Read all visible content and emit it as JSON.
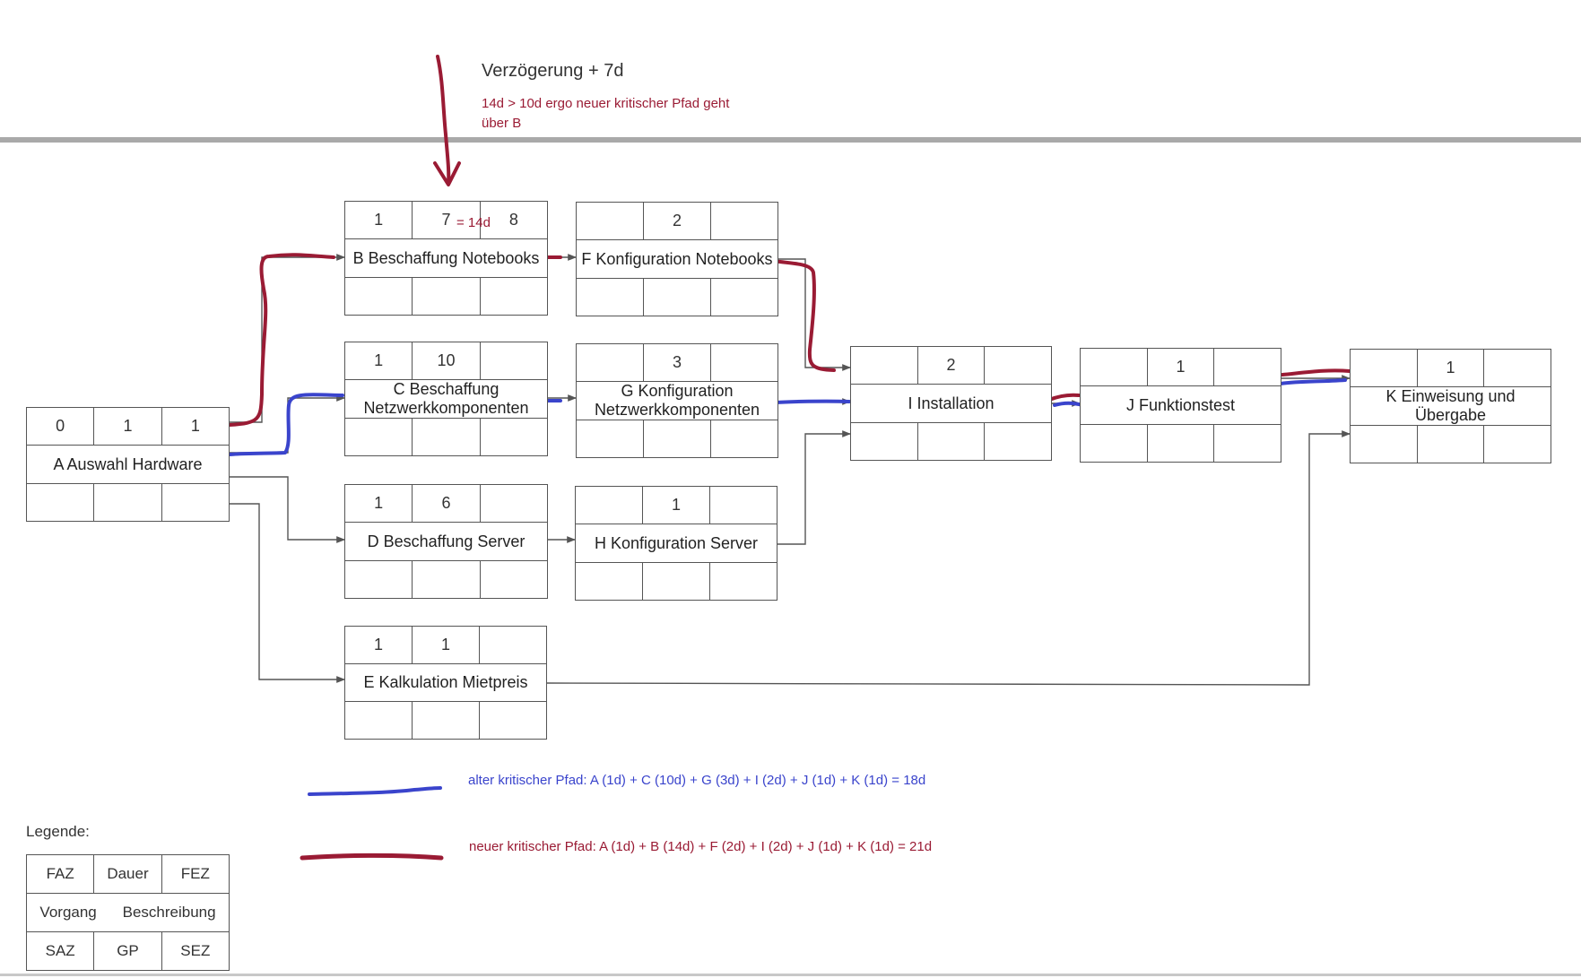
{
  "header": {
    "delay_title": "Verzögerung + 7d",
    "delay_note_line1": "14d > 10d ergo neuer kritischer Pfad geht",
    "delay_note_line2": "über B",
    "delay_annotation": "= 14d"
  },
  "colors": {
    "critical_old": "#3a44cc",
    "critical_new": "#9a1b34",
    "line": "#555555"
  },
  "nodes": {
    "A": {
      "faz": "0",
      "dauer": "1",
      "fez": "1",
      "label": "A Auswahl Hardware"
    },
    "B": {
      "faz": "1",
      "dauer": "7",
      "fez": "8",
      "label": "B Beschaffung Notebooks"
    },
    "C": {
      "faz": "1",
      "dauer": "10",
      "fez": "",
      "label_line1": "C Beschaffung",
      "label_line2": "Netzwerkkomponenten"
    },
    "D": {
      "faz": "1",
      "dauer": "6",
      "fez": "",
      "label": "D Beschaffung Server"
    },
    "E": {
      "faz": "1",
      "dauer": "1",
      "fez": "",
      "label": "E Kalkulation Mietpreis"
    },
    "F": {
      "faz": "",
      "dauer": "2",
      "fez": "",
      "label": "F Konfiguration Notebooks"
    },
    "G": {
      "faz": "",
      "dauer": "3",
      "fez": "",
      "label_line1": "G Konfiguration",
      "label_line2": "Netzwerkkomponenten"
    },
    "H": {
      "faz": "",
      "dauer": "1",
      "fez": "",
      "label": "H Konfiguration Server"
    },
    "I": {
      "faz": "",
      "dauer": "2",
      "fez": "",
      "label": "I  Installation"
    },
    "J": {
      "faz": "",
      "dauer": "1",
      "fez": "",
      "label": "J  Funktionstest"
    },
    "K": {
      "faz": "",
      "dauer": "1",
      "fez": "",
      "label_line1": "K  Einweisung und",
      "label_line2": "Übergabe"
    }
  },
  "paths": {
    "old": "alter kritischer Pfad: A (1d) + C (10d) + G (3d) + I (2d) + J (1d) + K (1d) = 18d",
    "new": "neuer kritischer Pfad: A (1d) + B (14d) + F (2d) + I (2d) + J (1d) + K (1d) = 21d"
  },
  "legend": {
    "title": "Legende:",
    "faz": "FAZ",
    "dauer": "Dauer",
    "fez": "FEZ",
    "vorgang": "Vorgang",
    "beschreibung": "Beschreibung",
    "saz": "SAZ",
    "gp": "GP",
    "sez": "SEZ"
  }
}
